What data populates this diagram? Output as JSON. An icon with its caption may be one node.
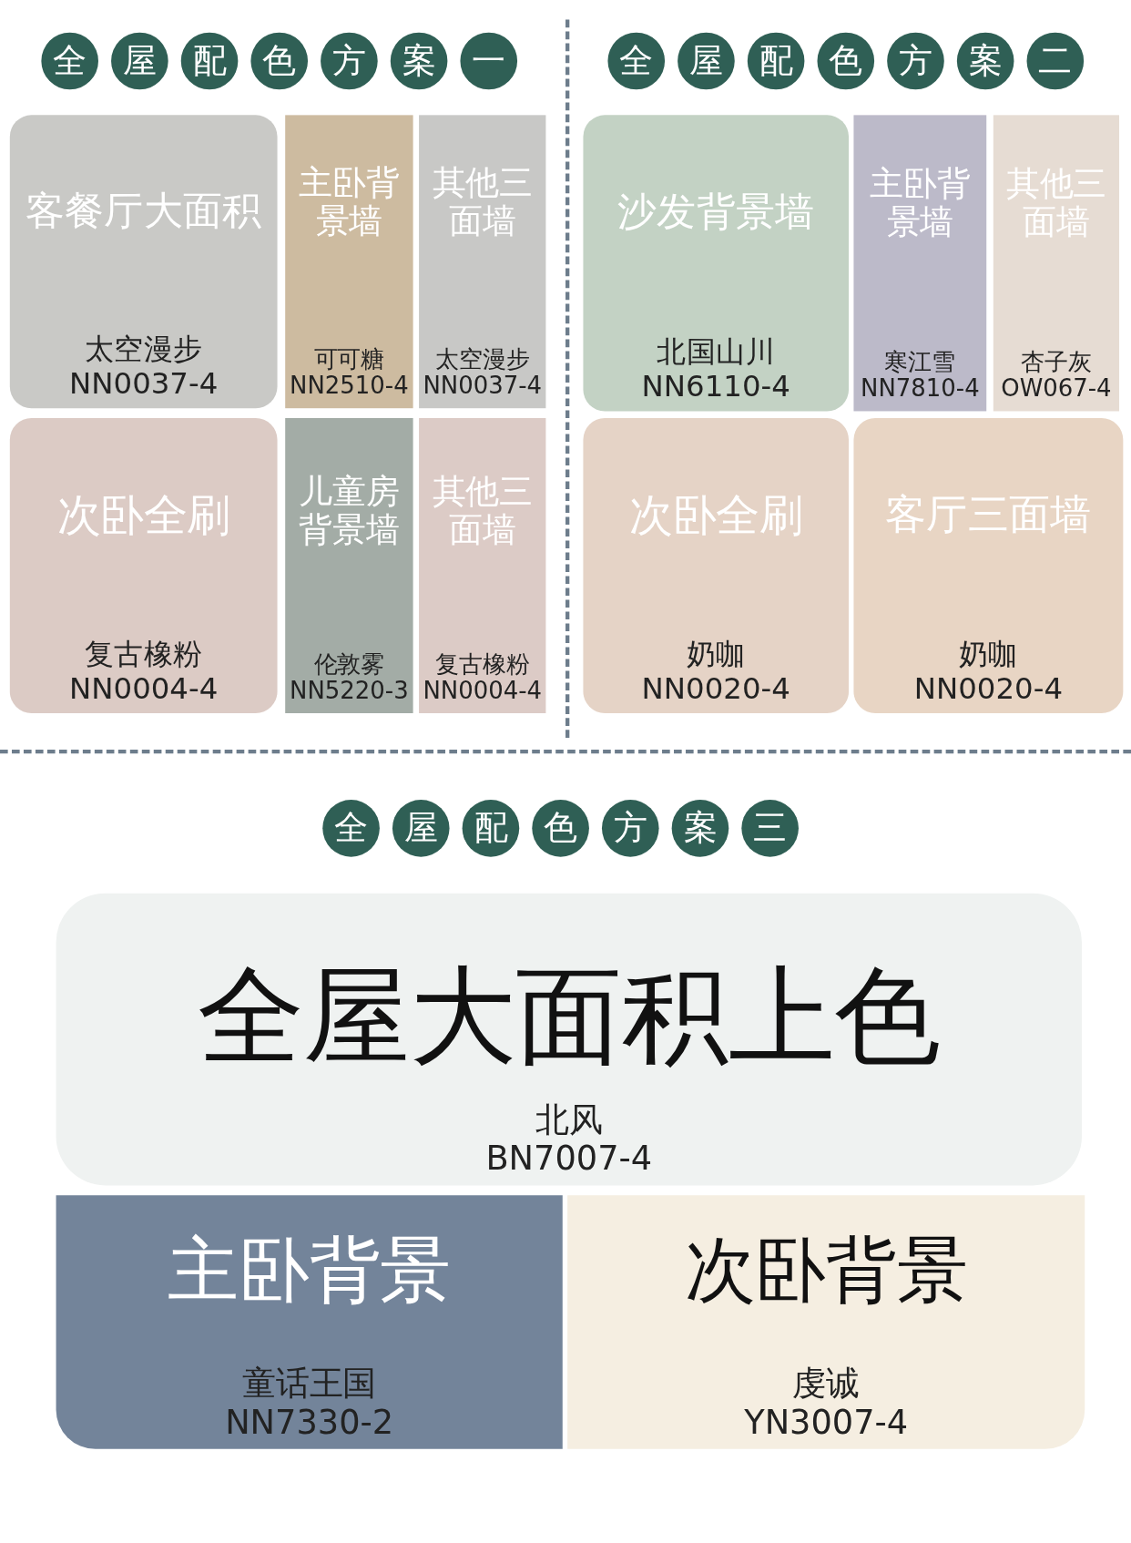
{
  "diagram": {
    "nodes": [
      {
        "text": [
          "客餐厅大面积",
          "太空漫步",
          "NN0037-4"
        ]
      },
      {
        "text": [
          "主卧背景墙",
          "可可糖",
          "NN2510-4"
        ]
      },
      {
        "text": [
          "其他三面墙",
          "太空漫步",
          "NN0037-4"
        ]
      },
      {
        "text": [
          "次卧全刷",
          "复古橡粉",
          "NN0004-4"
        ]
      },
      {
        "text": [
          "儿童房背景墙",
          "伦敦雾",
          "NN5220-3"
        ]
      },
      {
        "text": [
          "其他三面墙",
          "复古橡粉",
          "NN0004-4"
        ]
      },
      {
        "text": [
          "沙发背景墙",
          "北国山川",
          "NN6110-4"
        ]
      },
      {
        "text": [
          "主卧背景墙",
          "寒江雪",
          "NN7810-4"
        ]
      },
      {
        "text": [
          "其他三面墙",
          "杏子灰",
          "OW067-4"
        ]
      },
      {
        "text": [
          "次卧全刷",
          "奶咖",
          "NN0020-4"
        ]
      },
      {
        "text": [
          "客厅三面墙",
          "奶咖",
          "NN0020-4"
        ]
      },
      {
        "text": [
          "全屋大面积上色",
          "北风",
          "BN7007-4"
        ]
      },
      {
        "text": [
          "主卧背景",
          "童话王国",
          "NN7330-2"
        ]
      },
      {
        "text": [
          "次卧背景",
          "虔诚",
          "YN3007-4"
        ]
      }
    ],
    "edges": [],
    "labels": [
      "全屋配色方案一",
      "全屋配色方案二",
      "全屋配色方案三"
    ]
  }
}
